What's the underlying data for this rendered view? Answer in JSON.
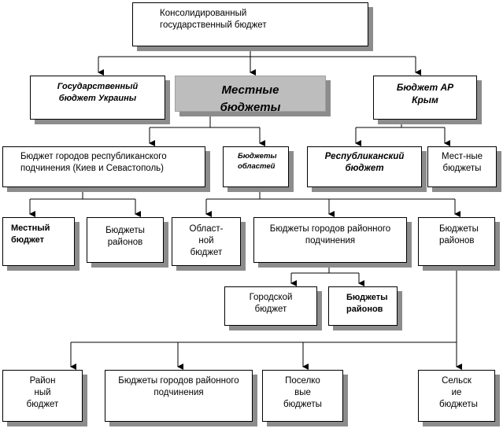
{
  "nodes": {
    "consolidated": "Консолидированный государственный бюджет",
    "state_budget": "Государственный бюджет Украины",
    "local_budgets": "Местные бюджеты",
    "ar_budget": "Бюджет АР Крым",
    "cities_republican": "Бюджет городов республиканского подчинения (Киев и Севастополь)",
    "oblast_budgets": "Бюджеты областей",
    "republican_budget": "Республиканский бюджет",
    "local_budgets_2": "Мест-ные бюджеты",
    "local_budget": "Местный бюджет",
    "district_budgets_1": "Бюджеты районов",
    "oblast_budget": "Област-ной бюджет",
    "cities_district_1": "Бюджеты городов районного подчинения",
    "district_budgets_2": "Бюджеты районов",
    "city_budget": "Городской бюджет",
    "district_budgets_3": "Бюджеты районов",
    "district_budget": "Район ный бюджет",
    "cities_district_2": "Бюджеты городов районного подчинения",
    "settlement_budgets": "Поселко вые бюджеты",
    "rural_budgets": "Сельск ие бюджеты"
  }
}
